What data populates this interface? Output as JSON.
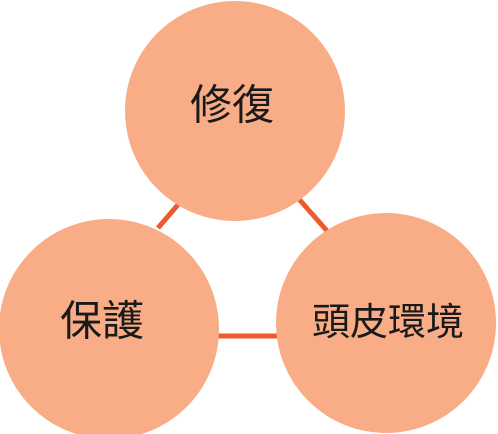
{
  "diagram": {
    "nodes": [
      {
        "id": "repair",
        "label": "修復"
      },
      {
        "id": "protection",
        "label": "保護"
      },
      {
        "id": "scalp-environment",
        "label": "頭皮環境"
      }
    ],
    "edges": [
      {
        "from": "repair",
        "to": "protection"
      },
      {
        "from": "repair",
        "to": "scalp-environment"
      },
      {
        "from": "protection",
        "to": "scalp-environment"
      }
    ],
    "colors": {
      "node_fill": "#F9AD87",
      "edge": "#EE5A2A",
      "text": "#1a1a1a"
    }
  }
}
